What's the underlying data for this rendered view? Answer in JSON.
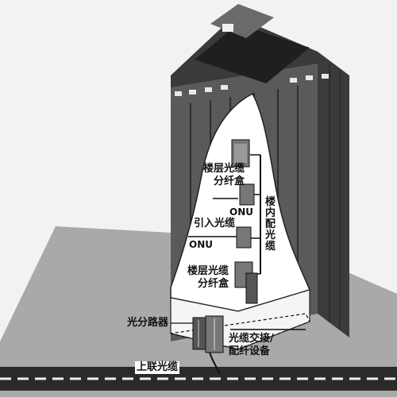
{
  "labels": {
    "floor_box_top_line1": "楼层光缆",
    "floor_box_top_line2": "分纤盒",
    "onu_upper": "ONU",
    "drop_cable": "引入光缆",
    "onu_lower": "ONU",
    "floor_box_bottom_line1": "楼层光缆",
    "floor_box_bottom_line2": "分纤盒",
    "splitter": "光分路器",
    "uplink_cable": "上联光缆",
    "cross_connect_line1": "光缆交接/",
    "cross_connect_line2": "配纤设备",
    "riser_vertical": [
      "楼",
      "内",
      "配",
      "光",
      "缆"
    ]
  },
  "colors": {
    "ground": "#a9a9a9",
    "road": "#2a2a2a",
    "road_marking": "#f0f0f0",
    "building_dark": "#4f4f4f",
    "building_mid": "#6a6a6a",
    "building_side": "#3b3b3b",
    "cutaway": "#ffffff",
    "roof": "#2b2b2b"
  },
  "icons": [
    "floor-box-icon",
    "onu-icon",
    "splitter-icon",
    "cross-connect-cabinet-icon"
  ]
}
